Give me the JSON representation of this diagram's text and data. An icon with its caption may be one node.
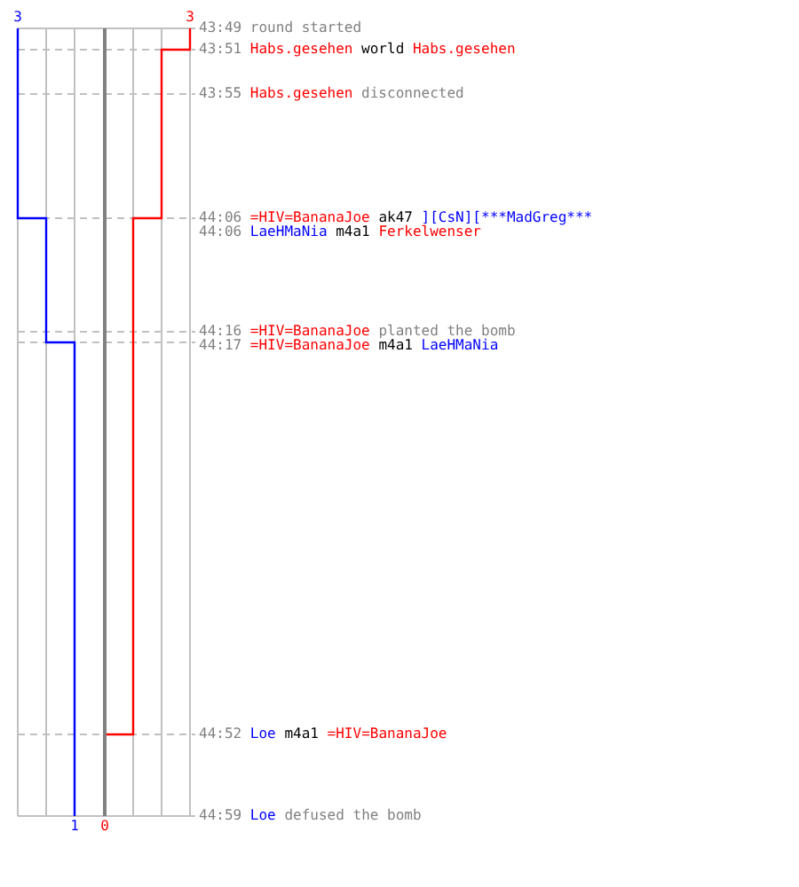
{
  "diagram": {
    "labels": [
      "3",
      "3",
      "43:49 round started",
      "43:51 Habs.gesehen world Habs.gesehen",
      "43:55 Habs.gesehen disconnected",
      "44:06 =HIV=BananaJoe ak47 ][CsN][***MadGreg***",
      "44:06 LaeHMaNia m4a1 Ferkelwenser",
      "44:16 =HIV=BananaJoe planted the bomb",
      "44:17 =HIV=BananaJoe m4a1 LaeHMaNia",
      "44:52 Loe m4a1 =HIV=BananaJoe",
      "44:59 Loe defused the bomb",
      "1",
      "0"
    ]
  }
}
